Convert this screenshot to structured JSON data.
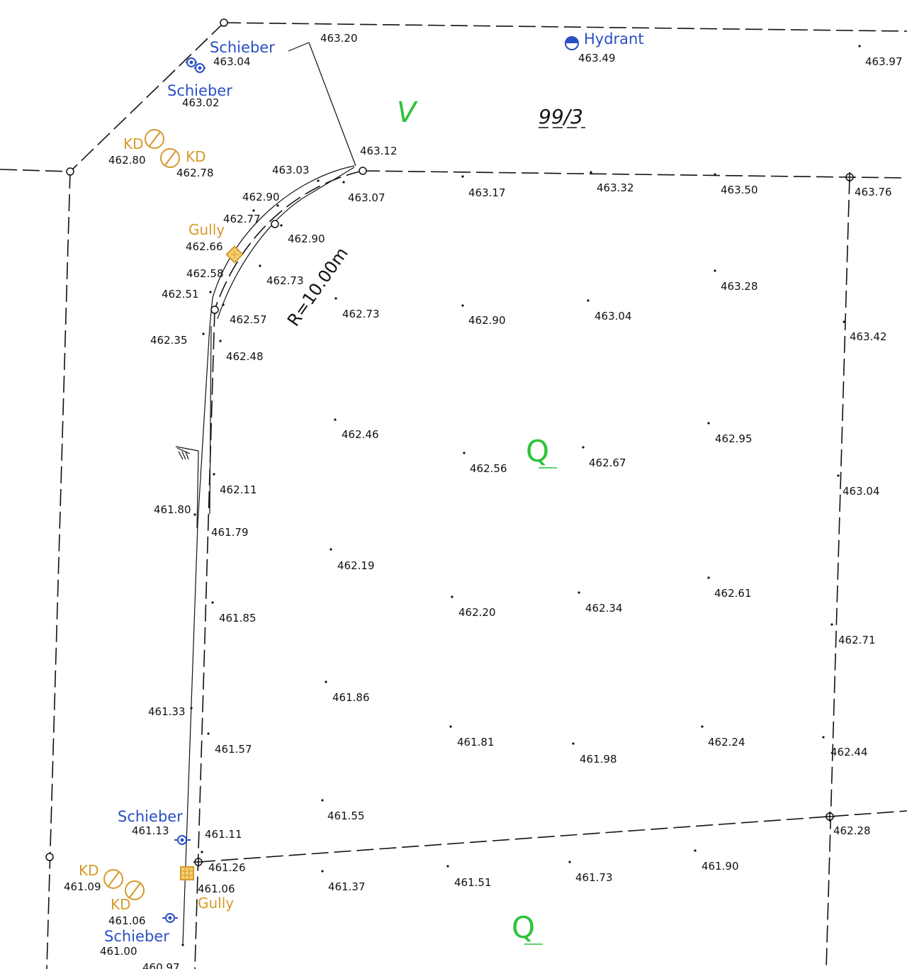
{
  "colors": {
    "ink": "#111111",
    "blue_label": "#2a4fc4",
    "orange_label": "#d59a2a",
    "green_label": "#2bc43a"
  },
  "parcel": {
    "number": "99/3"
  },
  "radius_label": "R=10.00m",
  "land_use_symbols": {
    "top": "V",
    "middle": "Q",
    "bottom": "Q"
  },
  "features": {
    "hydrant": {
      "label": "Hydrant",
      "elev": "463.49",
      "icon": "hydrant-icon"
    },
    "schieber_top1": {
      "label": "Schieber",
      "elev": "463.04",
      "icon": "valve-icon"
    },
    "schieber_top2": {
      "label": "Schieber",
      "elev": "463.02",
      "icon": "valve-icon"
    },
    "kd_top1": {
      "label": "KD",
      "elev": "462.80",
      "icon": "manhole-icon"
    },
    "kd_top2": {
      "label": "KD",
      "elev": "462.78",
      "icon": "manhole-icon"
    },
    "gully_top": {
      "label": "Gully",
      "elev": "462.66",
      "icon": "gully-icon"
    },
    "schieber_bot1": {
      "label": "Schieber",
      "elev": "461.13",
      "icon": "valve-icon"
    },
    "kd_bot1": {
      "label": "KD",
      "elev": "461.09",
      "icon": "manhole-icon"
    },
    "kd_bot2": {
      "label": "KD",
      "elev": "461.06",
      "icon": "manhole-icon"
    },
    "gully_bot": {
      "label": "Gully",
      "elev": "461.06",
      "icon": "gully-icon"
    },
    "schieber_bot2": {
      "label": "Schieber",
      "elev": "461.00",
      "icon": "valve-icon"
    },
    "lamp": {
      "icon": "street-lamp-icon"
    }
  },
  "elevations": [
    "463.20",
    "463.97",
    "463.12",
    "463.03",
    "463.07",
    "462.90",
    "462.77",
    "462.90",
    "462.58",
    "462.73",
    "462.51",
    "462.57",
    "462.35",
    "462.48",
    "462.73",
    "463.17",
    "463.32",
    "463.50",
    "463.76",
    "463.28",
    "462.90",
    "463.04",
    "463.42",
    "462.46",
    "462.56",
    "462.67",
    "462.95",
    "463.04",
    "462.11",
    "461.80",
    "461.79",
    "462.19",
    "462.20",
    "462.34",
    "462.61",
    "461.85",
    "462.71",
    "461.86",
    "461.33",
    "461.57",
    "461.81",
    "461.98",
    "462.24",
    "462.44",
    "461.55",
    "461.11",
    "462.28",
    "461.26",
    "461.37",
    "461.51",
    "461.73",
    "461.90",
    "460.97"
  ]
}
